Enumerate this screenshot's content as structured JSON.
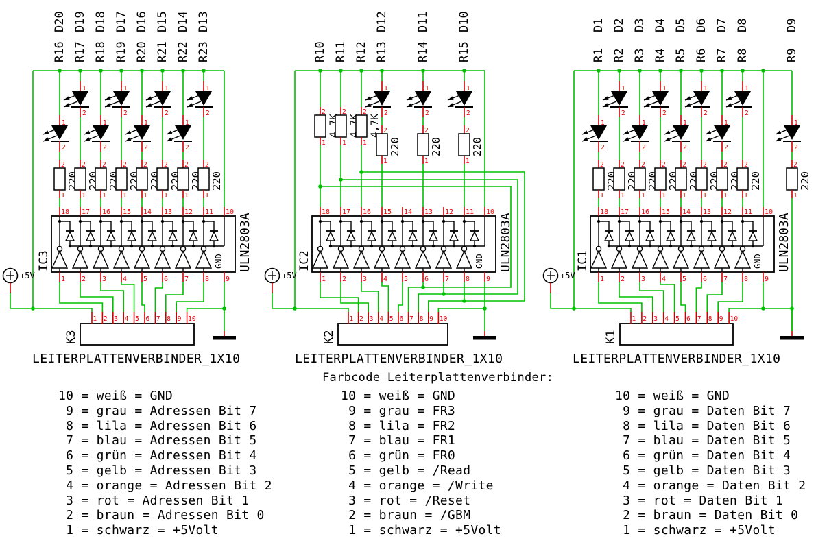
{
  "colors": {
    "wire": "#00C000",
    "pin_stub": "#CC0000",
    "pin_label": "#E80000",
    "drawing": "#000000",
    "background": "#FFFFFF"
  },
  "legend": {
    "title": "Farbcode Leiterplattenverbinder:",
    "left": {
      "lines": [
        "10 = weiß = GND",
        " 9 = grau = Adressen Bit 7",
        " 8 = lila = Adressen Bit 6",
        " 7 = blau = Adressen Bit 5",
        " 6 = grün = Adressen Bit 4",
        " 5 = gelb = Adressen Bit 3",
        " 4 = orange = Adressen Bit 2",
        " 3 = rot = Adressen Bit 1",
        " 2 = braun = Adressen Bit 0",
        " 1 = schwarz = +5Volt"
      ]
    },
    "middle": {
      "lines": [
        "10 = weiß = GND",
        " 9 = grau = FR3",
        " 8 = lila = FR2",
        " 7 = blau = FR1",
        " 6 = grün = FR0",
        " 5 = gelb = /Read",
        " 4 = orange = /Write",
        " 3 = rot = /Reset",
        " 2 = braun = /GBM",
        " 1 = schwarz = +5Volt"
      ]
    },
    "right": {
      "lines": [
        "10 = weiß = GND",
        " 9 = grau = Daten Bit 7",
        " 8 = lila = Daten Bit 6",
        " 7 = blau = Daten Bit 5",
        " 6 = grün = Daten Bit 4",
        " 5 = gelb = Daten Bit 3",
        " 4 = orange = Daten Bit 2",
        " 3 = rot = Daten Bit 1",
        " 2 = braun = Daten Bit 0",
        " 1 = schwarz = +5Volt"
      ]
    }
  },
  "sections": [
    {
      "name": "left",
      "ic": "IC3",
      "ic_part": "ULN2803A",
      "ic_gnd": "GND",
      "connector": "K3",
      "connector_part": "LEITERPLATTENVERBINDER_1X10",
      "supply": "+5V",
      "ic_pins_top": [
        "18",
        "17",
        "16",
        "15",
        "14",
        "13",
        "12",
        "11",
        "10"
      ],
      "ic_pins_bottom": [
        "1",
        "2",
        "3",
        "4",
        "5",
        "6",
        "7",
        "8",
        "9"
      ],
      "connector_pins": [
        "1",
        "2",
        "3",
        "4",
        "5",
        "6",
        "7",
        "8",
        "9",
        "10"
      ],
      "led_pin_top": "1",
      "led_pin_bottom": "2",
      "res_pin_top": "2",
      "res_pin_bottom": "1",
      "columns": [
        {
          "r": "R16",
          "d": "D20",
          "value": "220",
          "led": "lower"
        },
        {
          "r": "R17",
          "d": "D19",
          "value": "220",
          "led": "upper"
        },
        {
          "r": "R18",
          "d": "D18",
          "value": "220",
          "led": "lower"
        },
        {
          "r": "R19",
          "d": "D17",
          "value": "220",
          "led": "upper"
        },
        {
          "r": "R20",
          "d": "D16",
          "value": "220",
          "led": "lower"
        },
        {
          "r": "R21",
          "d": "D15",
          "value": "220",
          "led": "upper"
        },
        {
          "r": "R22",
          "d": "D14",
          "value": "220",
          "led": "lower"
        },
        {
          "r": "R23",
          "d": "D13",
          "value": "220",
          "led": "upper"
        }
      ]
    },
    {
      "name": "middle",
      "ic": "IC2",
      "ic_part": "ULN2803A",
      "ic_gnd": "GND",
      "connector": "K2",
      "connector_part": "LEITERPLATTENVERBINDER_1X10",
      "supply": "+5V",
      "ic_pins_top": [
        "18",
        "17",
        "16",
        "15",
        "14",
        "13",
        "12",
        "11",
        "10"
      ],
      "ic_pins_bottom": [
        "1",
        "2",
        "3",
        "4",
        "5",
        "6",
        "7",
        "8",
        "9"
      ],
      "connector_pins": [
        "1",
        "2",
        "3",
        "4",
        "5",
        "6",
        "7",
        "8",
        "9",
        "10"
      ],
      "led_pin_top": "1",
      "led_pin_bottom": "2",
      "res_pin_top": "2",
      "res_pin_bottom": "1",
      "columns": [
        {
          "r": "R10",
          "value": "4,7K",
          "type": "pullup"
        },
        {
          "r": "R11",
          "value": "4,7K",
          "type": "pullup"
        },
        {
          "r": "R12",
          "value": "4,7K",
          "type": "pullup"
        },
        {
          "r": "R13",
          "d": "D12",
          "value": "220",
          "led": "upper"
        },
        {
          "r": "R14",
          "d": "D11",
          "value": "220",
          "led": "upper"
        },
        {
          "r": "R15",
          "d": "D10",
          "value": "220",
          "led": "upper"
        }
      ]
    },
    {
      "name": "right",
      "ic": "IC1",
      "ic_part": "ULN2803A",
      "ic_gnd": "GND",
      "connector": "K1",
      "connector_part": "LEITERPLATTENVERBINDER_1X10",
      "supply": "+5V",
      "ic_pins_top": [
        "18",
        "17",
        "16",
        "15",
        "14",
        "13",
        "12",
        "11",
        "10"
      ],
      "ic_pins_bottom": [
        "1",
        "2",
        "3",
        "4",
        "5",
        "6",
        "7",
        "8",
        "9"
      ],
      "connector_pins": [
        "1",
        "2",
        "3",
        "4",
        "5",
        "6",
        "7",
        "8",
        "9",
        "10"
      ],
      "led_pin_top": "1",
      "led_pin_bottom": "2",
      "res_pin_top": "2",
      "res_pin_bottom": "1",
      "columns": [
        {
          "r": "R1",
          "d": "D1",
          "value": "220",
          "led": "lower"
        },
        {
          "r": "R2",
          "d": "D2",
          "value": "220",
          "led": "upper"
        },
        {
          "r": "R3",
          "d": "D3",
          "value": "220",
          "led": "lower"
        },
        {
          "r": "R4",
          "d": "D4",
          "value": "220",
          "led": "upper"
        },
        {
          "r": "R5",
          "d": "D5",
          "value": "220",
          "led": "lower"
        },
        {
          "r": "R6",
          "d": "D6",
          "value": "220",
          "led": "upper"
        },
        {
          "r": "R7",
          "d": "D7",
          "value": "220",
          "led": "lower"
        },
        {
          "r": "R8",
          "d": "D8",
          "value": "220",
          "led": "upper"
        },
        {
          "r": "R9",
          "d": "D9",
          "value": "220",
          "led": "lower",
          "power": true
        }
      ]
    }
  ]
}
